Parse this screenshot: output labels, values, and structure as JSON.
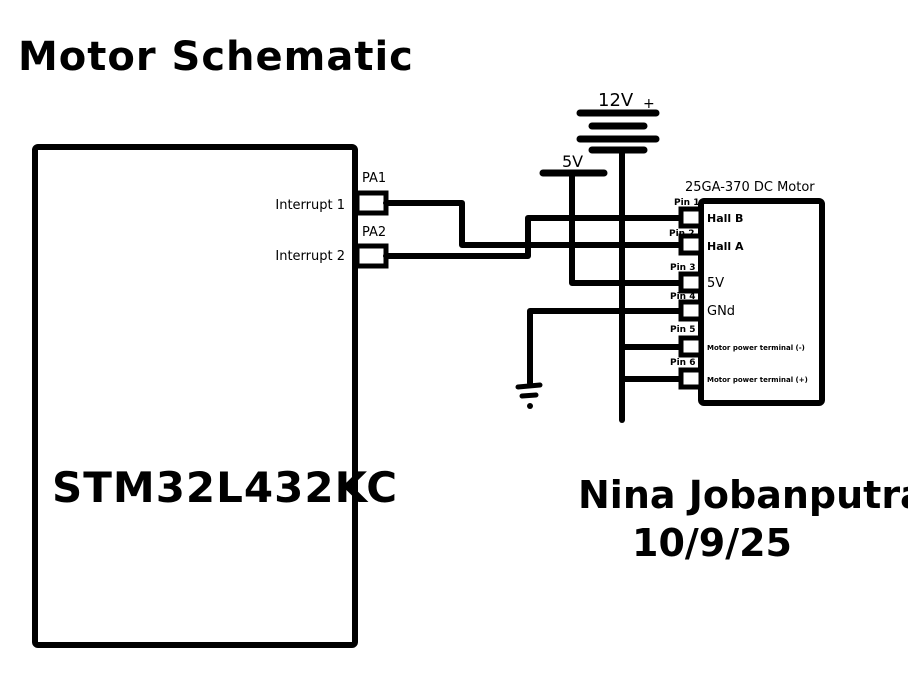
{
  "title": "Motor Schematic",
  "mcu": {
    "name": "STM32L432KC",
    "pins": [
      {
        "pin": "PA1",
        "label": "Interrupt 1"
      },
      {
        "pin": "PA2",
        "label": "Interrupt 2"
      }
    ]
  },
  "supplies": {
    "v12": {
      "label": "12V",
      "polarity": "+"
    },
    "v5": {
      "label": "5V"
    }
  },
  "motor": {
    "name": "25GA-370 DC Motor",
    "pins": [
      {
        "pin": "Pin 1",
        "label": "Hall B"
      },
      {
        "pin": "Pin 2",
        "label": "Hall A"
      },
      {
        "pin": "Pin 3",
        "label": "5V"
      },
      {
        "pin": "Pin 4",
        "label": "GNd"
      },
      {
        "pin": "Pin 5",
        "label": "Motor power terminal (-)"
      },
      {
        "pin": "Pin 6",
        "label": "Motor power terminal (+)"
      }
    ]
  },
  "signature": {
    "name": "Nina Jobanputra",
    "date": "10/9/25"
  },
  "ground_icon": "ground-icon"
}
